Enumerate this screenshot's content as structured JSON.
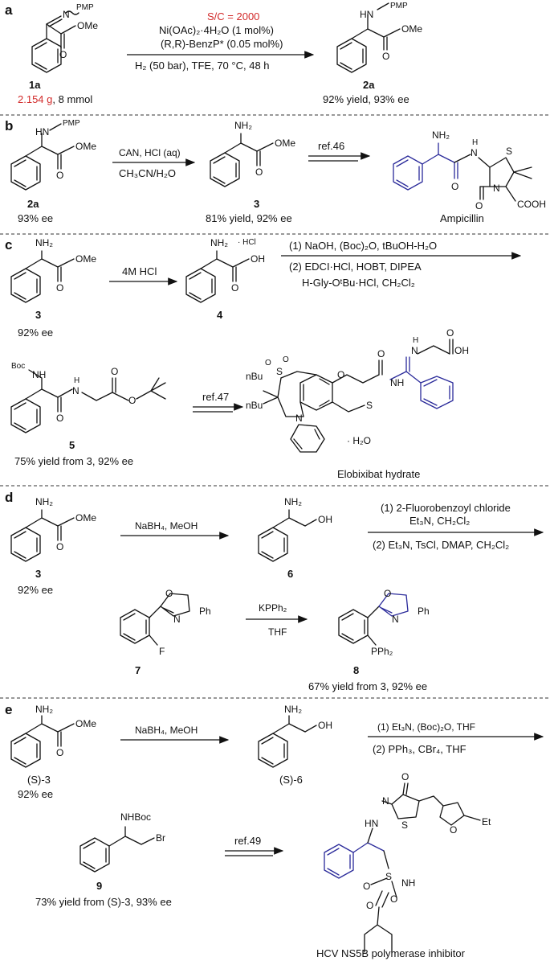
{
  "panels": {
    "a": {
      "letter": "a",
      "sm_pmp": "PMP",
      "sm_n": "N",
      "sm_ome": "OMe",
      "sm_o": "O",
      "cond_sc": "S/C = 2000",
      "cond_cat": "Ni(OAc)₂·4H₂O (1 mol%)",
      "cond_lig": "(R,R)-BenzP* (0.05 mol%)",
      "cond_h2": "H₂ (50 bar), TFE, 70 °C, 48 h",
      "sm_label": "1a",
      "sm_mass": "2.154 g",
      "sm_mmol": ", 8 mmol",
      "prod_label": "2a",
      "prod_yield": "92% yield, 93% ee",
      "prod_hn": "HN",
      "prod_pmp": "PMP",
      "prod_ome": "OMe",
      "prod_o": "O"
    },
    "b": {
      "letter": "b",
      "sm_hn": "HN",
      "sm_pmp": "PMP",
      "sm_ome": "OMe",
      "sm_o": "O",
      "sm_label": "2a",
      "sm_ee": "93% ee",
      "cond1": "CAN, HCl (aq)",
      "cond2": "CH₃CN/H₂O",
      "p_nh2": "NH₂",
      "p_ome": "OMe",
      "p_o": "O",
      "p_label": "3",
      "p_yield": "81% yield, 92% ee",
      "ref": "ref.46",
      "amp_nh2": "NH₂",
      "amp_h": "H",
      "amp_n": "N",
      "amp_s": "S",
      "amp_o1": "O",
      "amp_o2": "O",
      "amp_n2": "N",
      "amp_cooh": "COOH",
      "amp_name": "Ampicillin"
    },
    "c": {
      "letter": "c",
      "sm_nh2": "NH₂",
      "sm_ome": "OMe",
      "sm_o": "O",
      "sm_label": "3",
      "sm_ee": "92% ee",
      "cond_hcl": "4M HCl",
      "p4_nh2": "NH₂",
      "p4_hcl": "· HCl",
      "p4_oh": "OH",
      "p4_o": "O",
      "p4_label": "4",
      "step1": "(1) NaOH, (Boc)₂O, tBuOH-H₂O",
      "step2": "(2) EDCI·HCl, HOBT, DIPEA",
      "step3": "H-Gly-OᵗBu·HCl, CH₂Cl₂",
      "p5_boc": "Boc",
      "p5_nh": "NH",
      "p5_h": "H",
      "p5_n": "N",
      "p5_o1": "O",
      "p5_o2": "O",
      "p5_o3": "O",
      "p5_label": "5",
      "p5_yield": "75% yield from 3, 92% ee",
      "ref": "ref.47",
      "elo_nbu1": "nBu",
      "elo_nbu2": "nBu",
      "elo_s": "S",
      "elo_o1": "O",
      "elo_o2": "O",
      "elo_o3": "O",
      "elo_o4": "O",
      "elo_n": "N",
      "elo_nh": "NH",
      "elo_h": "H",
      "elo_n2": "N",
      "elo_oh": "OH",
      "elo_o5": "O",
      "elo_h2o": "· H₂O",
      "elo_name": "Elobixibat hydrate"
    },
    "d": {
      "letter": "d",
      "sm_nh2": "NH₂",
      "sm_ome": "OMe",
      "sm_o": "O",
      "sm_label": "3",
      "sm_ee": "92% ee",
      "cond_red": "NaBH₄, MeOH",
      "p6_nh2": "NH₂",
      "p6_oh": "OH",
      "p6_label": "6",
      "step1a": "(1) 2-Fluorobenzoyl chloride",
      "step1b": "Et₃N, CH₂Cl₂",
      "step2": "(2) Et₃N, TsCl, DMAP, CH₂Cl₂",
      "p7_o": "O",
      "p7_n": "N",
      "p7_ph": "Ph",
      "p7_f": "F",
      "p7_label": "7",
      "cond_k": "KPPh₂",
      "cond_thf": "THF",
      "p8_o": "O",
      "p8_n": "N",
      "p8_ph": "Ph",
      "p8_pph2": "PPh₂",
      "p8_label": "8",
      "p8_yield": "67% yield from 3, 92% ee"
    },
    "e": {
      "letter": "e",
      "sm_nh2": "NH₂",
      "sm_ome": "OMe",
      "sm_o": "O",
      "sm_label": "(S)-3",
      "sm_ee": "92% ee",
      "cond_red": "NaBH₄, MeOH",
      "p6_nh2": "NH₂",
      "p6_oh": "OH",
      "p6_label": "(S)-6",
      "step1": "(1) Et₃N, (Boc)₂O, THF",
      "step2": "(2) PPh₃, CBr₄, THF",
      "p9_nhboc": "NHBoc",
      "p9_br": "Br",
      "p9_label": "9",
      "p9_yield": "73% yield from (S)-3, 93% ee",
      "ref": "ref.49",
      "hcv_o": "O",
      "hcv_n": "N",
      "hcv_hn": "HN",
      "hcv_s": "S",
      "hcv_o2": "O",
      "hcv_et": "Et",
      "hcv_o3": "O",
      "hcv_s2": "S",
      "hcv_o4": "O",
      "hcv_nh": "NH",
      "hcv_o5": "O",
      "hcv_name": "HCV NS5B polymerase  inhibitor"
    }
  }
}
